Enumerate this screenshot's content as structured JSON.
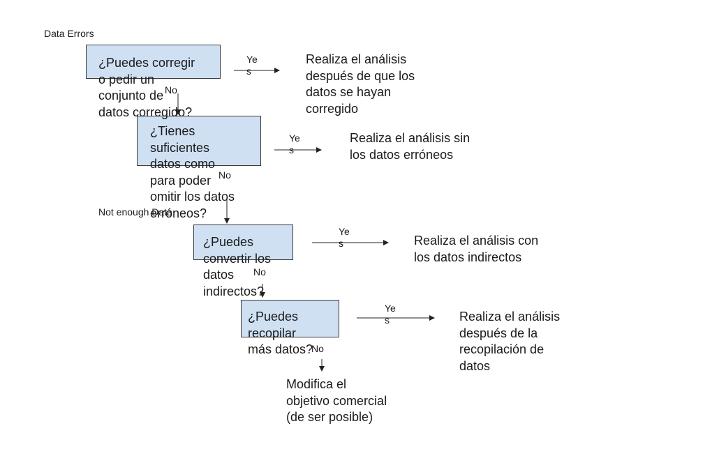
{
  "diagram_title": "Data Errors",
  "side_label": "Not enough Data",
  "nodes": {
    "q1": "¿Puedes corregir\no pedir un\nconjunto de\ndatos corregido?",
    "q2": "¿Tienes\nsuficientes\ndatos como\npara poder\nomitir los datos\nerróneos?",
    "q3": "¿Puedes\nconvertir los\ndatos\nindirectos?",
    "q4": "¿Puedes\nrecopilar\nmás datos?",
    "a1": "Realiza el análisis\ndespués de que los\ndatos se hayan\ncorregido",
    "a2": "Realiza el análisis sin\nlos datos erróneos",
    "a3": "Realiza el análisis con\nlos datos indirectos",
    "a4": "Realiza el análisis\ndespués de la\nrecopilación de\ndatos",
    "end": "Modifica el\nobjetivo comercial\n(de ser posible)"
  },
  "edge_labels": {
    "yes": "Ye\ns",
    "no": "No"
  }
}
